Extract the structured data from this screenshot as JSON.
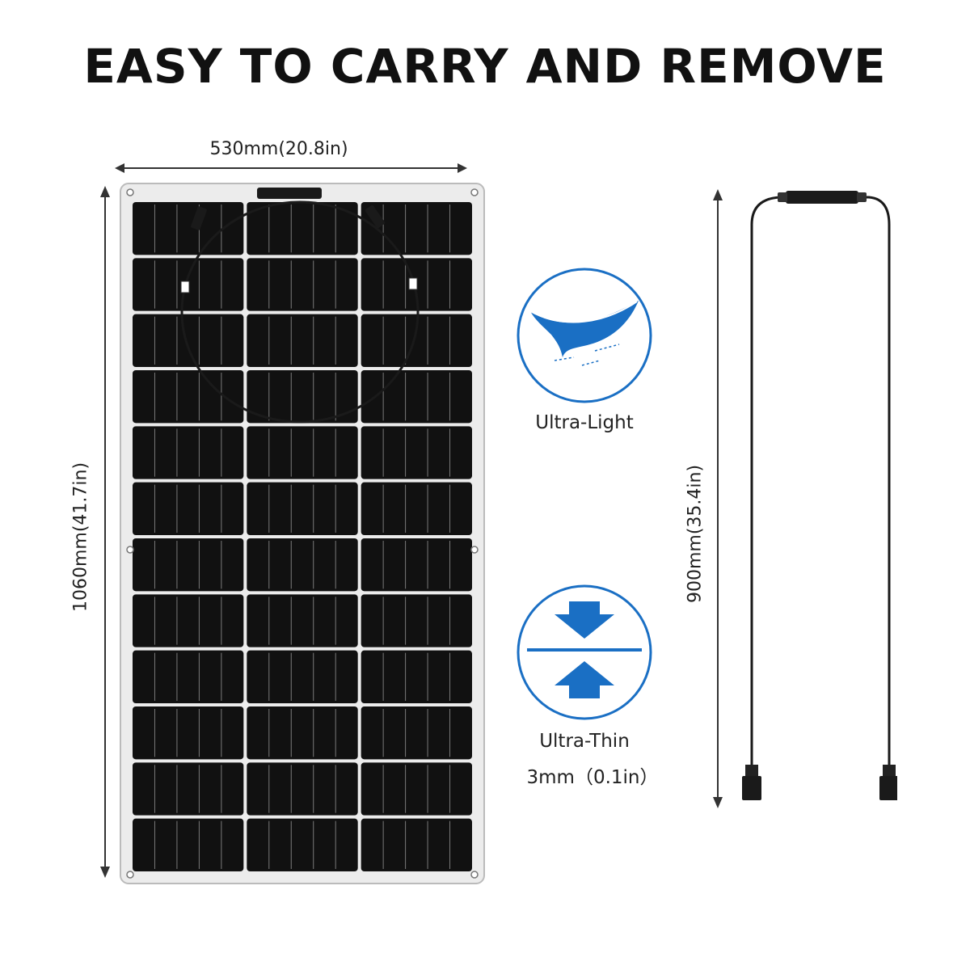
{
  "title": "EASY TO CARRY AND REMOVE",
  "dimensions": {
    "width": "530mm(20.8in)",
    "height": "1060mm(41.7in)",
    "cable_length": "900mm(35.4in)"
  },
  "features": {
    "light": {
      "label": "Ultra-Light",
      "icon": "feather-icon"
    },
    "thin": {
      "label_line1": "Ultra-Thin",
      "label_line2": "3mm（0.1in）",
      "icon": "compress-arrows-icon"
    }
  },
  "colors": {
    "accent": "#1a6fc4",
    "panel_frame": "#e8e8e8",
    "cell": "#111111"
  }
}
